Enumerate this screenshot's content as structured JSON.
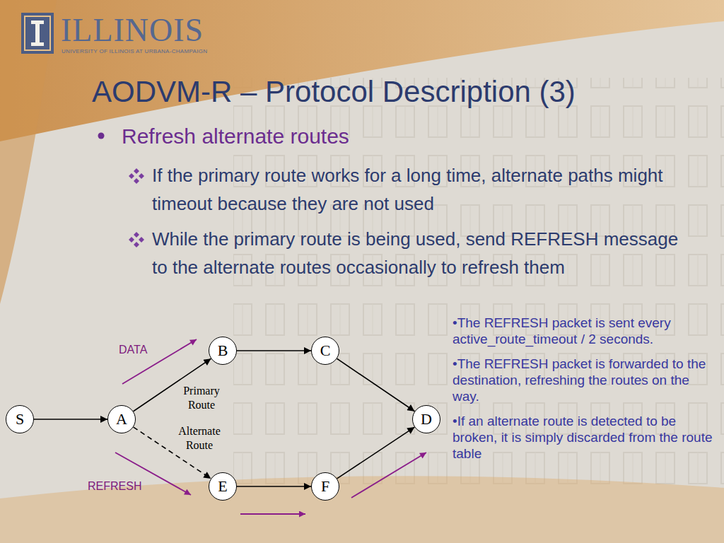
{
  "diagram": {
    "title": "AODVM-R – Protocol Description (3)",
    "nodes": [
      {
        "text": [
          "B"
        ]
      },
      {
        "text": [
          "C"
        ]
      },
      {
        "text": [
          "S"
        ]
      },
      {
        "text": [
          "A"
        ]
      },
      {
        "text": [
          "D"
        ]
      },
      {
        "text": [
          "E"
        ]
      },
      {
        "text": [
          "F"
        ]
      }
    ],
    "edges": [
      {
        "from": 2,
        "to": 3,
        "arrow": "to"
      },
      {
        "from": 3,
        "to": 0,
        "arrow": "to"
      },
      {
        "from": 0,
        "to": 1,
        "arrow": "to"
      },
      {
        "from": 1,
        "to": 4,
        "arrow": "to"
      },
      {
        "from": 3,
        "to": 5,
        "arrow": "to"
      },
      {
        "from": 5,
        "to": 6,
        "arrow": "to"
      },
      {
        "from": 6,
        "to": 4,
        "arrow": "to"
      }
    ],
    "labels": [
      "ILLINOIS",
      "UNIVERSITY OF ILLINOIS AT URBANA-CHAMPAIGN",
      "Refresh alternate routes",
      "If the primary route works for a long time, alternate paths might timeout because they are not used",
      "While the primary route is being used, send REFRESH message to the alternate routes occasionally to refresh them",
      "•The REFRESH packet is sent every active_route_timeout / 2 seconds.",
      "•The REFRESH packet is forwarded to the destination, refreshing the routes on the way.",
      "•If an alternate route is detected to be broken, it is simply discarded from the route table",
      "DATA",
      "Primary Route",
      "Alternate Route",
      "REFRESH"
    ]
  }
}
